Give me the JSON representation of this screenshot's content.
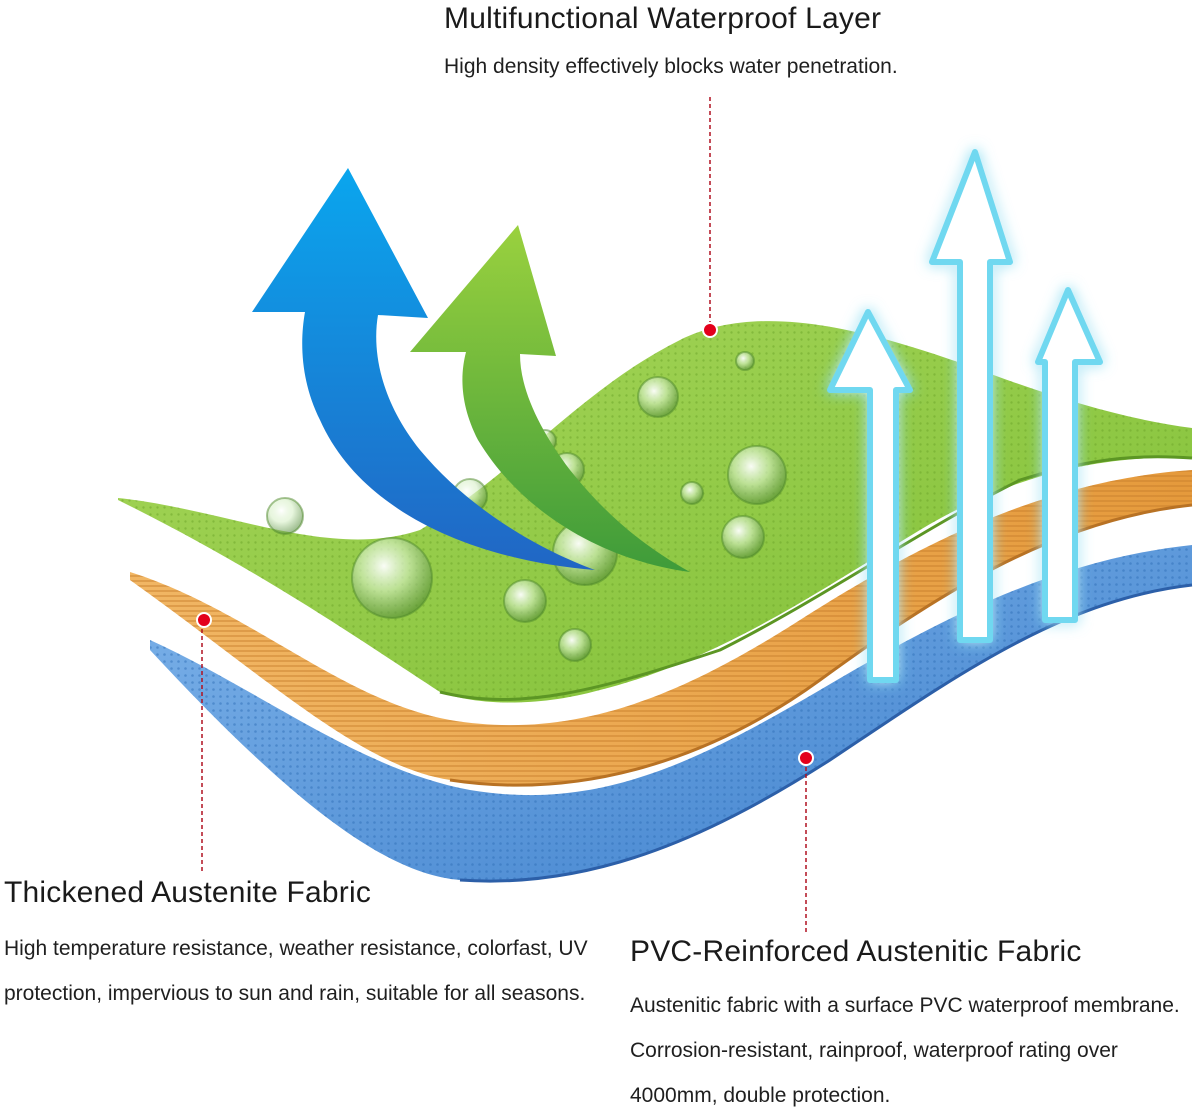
{
  "colors": {
    "waterproof_layer": "#8cc63f",
    "austenite_layer": "#e8a24a",
    "pvc_layer": "#4f8fd6",
    "blue_arrow": "#1a8fe0",
    "green_arrow": "#7cc242",
    "vapor_arrow": "#7fe3f5",
    "marker_dot": "#e3001b",
    "leader_line": "#b01020"
  },
  "callouts": {
    "top": {
      "title": "Multifunctional Waterproof Layer",
      "description": "High density effectively blocks water penetration."
    },
    "left": {
      "title": "Thickened Austenite Fabric",
      "description": "High temperature resistance, weather resistance, colorfast, UV protection, impervious to sun and rain, suitable for all seasons."
    },
    "right": {
      "title": "PVC-Reinforced Austenitic Fabric",
      "description": "Austenitic fabric with a surface PVC waterproof membrane. Corrosion-resistant, rainproof, waterproof rating over 4000mm, double protection."
    }
  }
}
